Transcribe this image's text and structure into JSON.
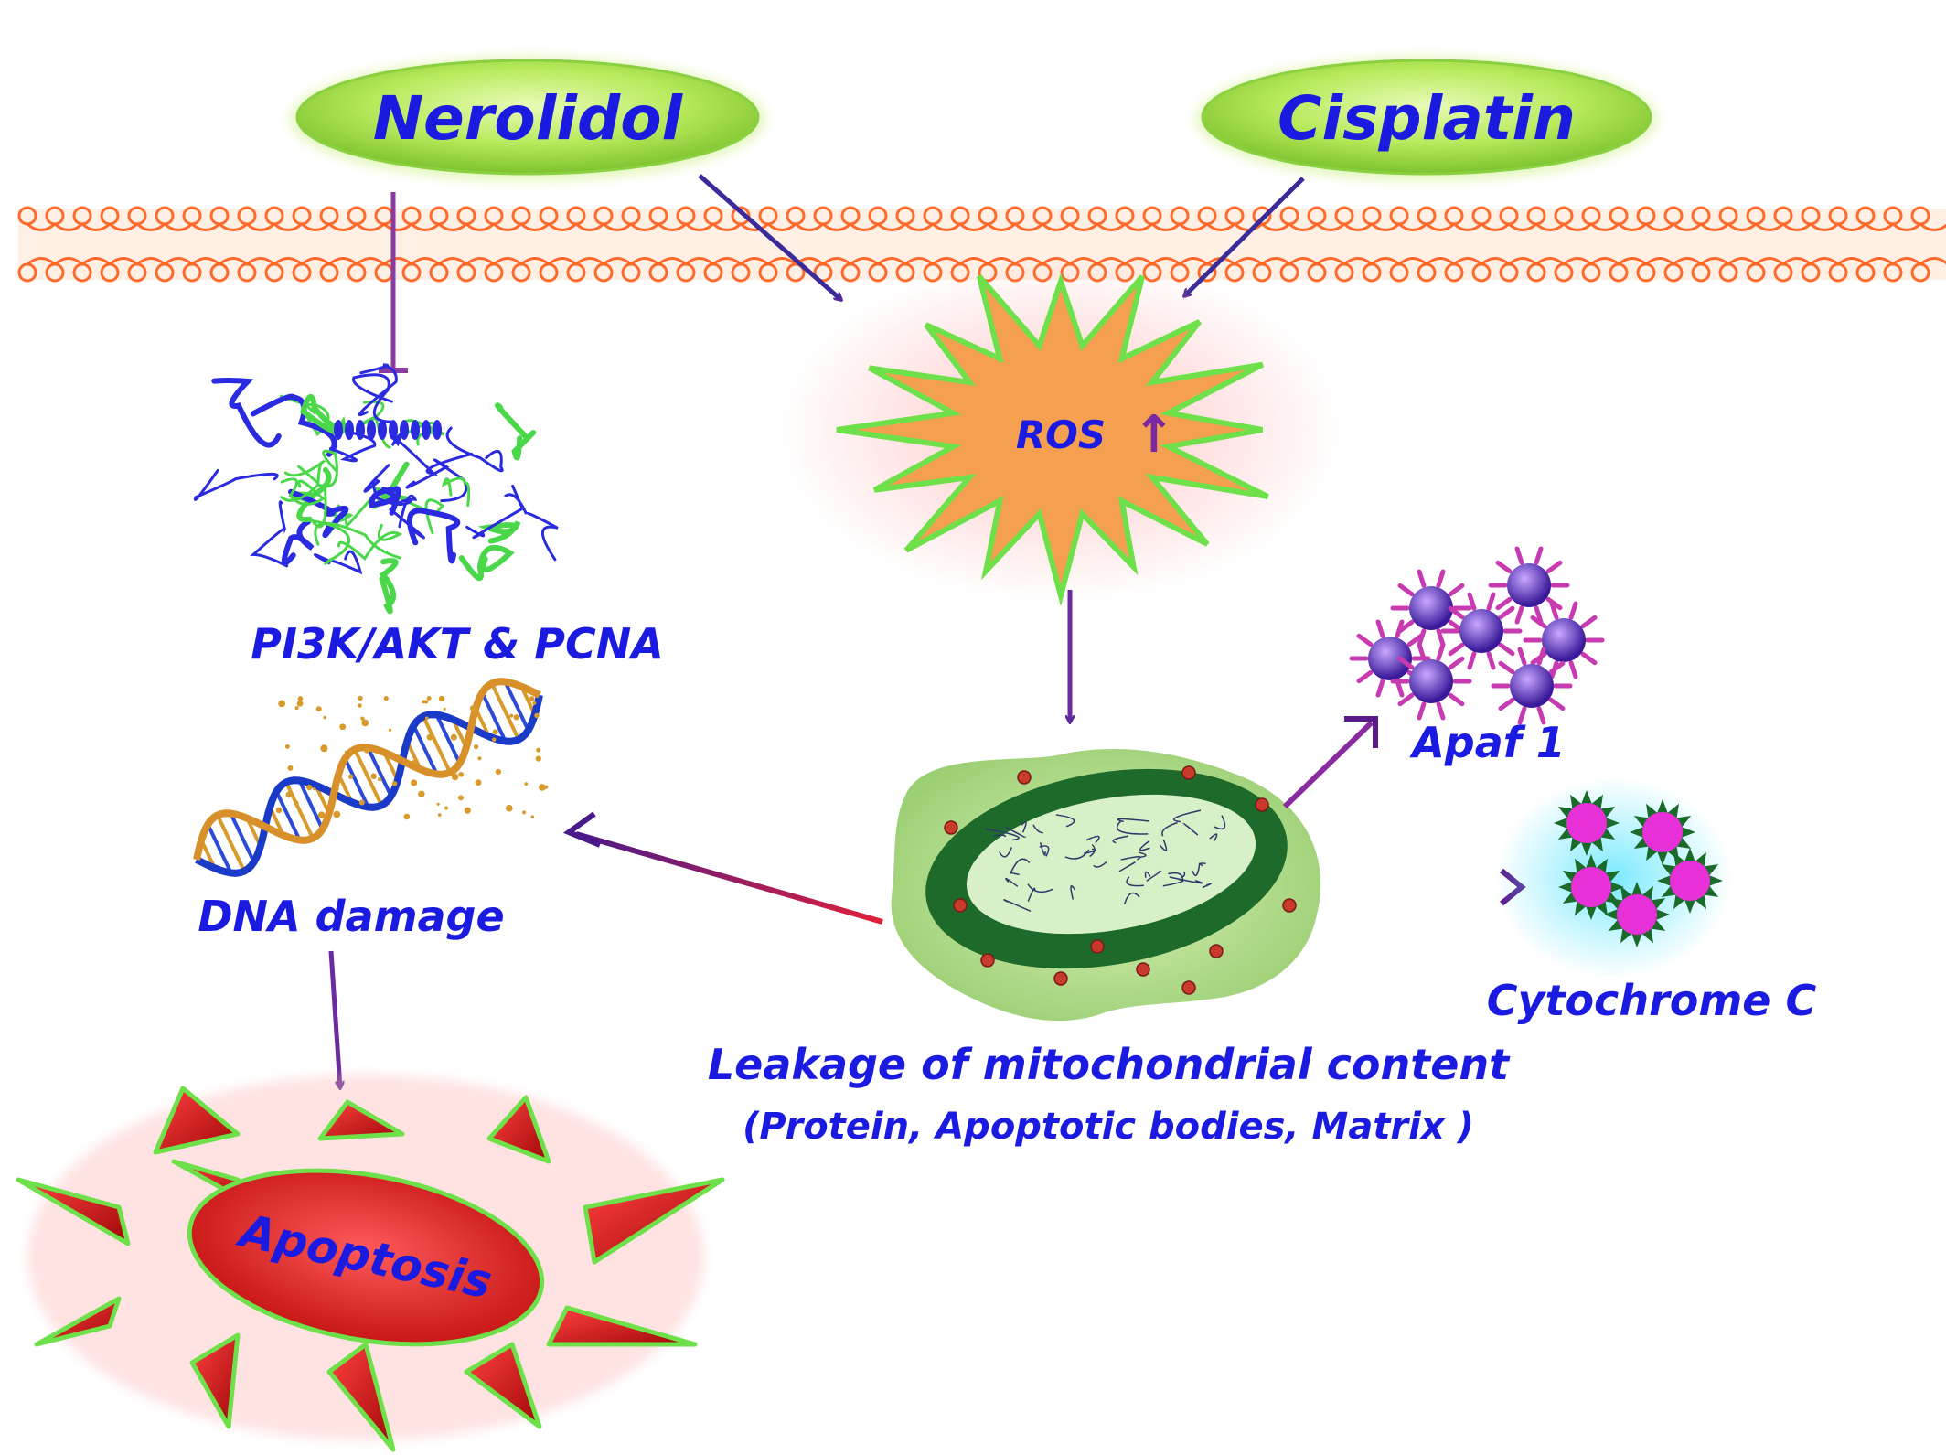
{
  "drugs": {
    "nerolidol": "Nerolidol",
    "cisplatin": "Cisplatin"
  },
  "ros": {
    "label": "ROS",
    "arrow": "↑"
  },
  "pathway": {
    "pi3k": "PI3K/AKT & PCNA",
    "dna_damage": "DNA damage",
    "apoptosis": "Apoptosis",
    "apaf": "Apaf 1",
    "cytochrome": "Cytochrome C",
    "leakage_title": "Leakage of mitochondrial content",
    "leakage_detail": "(Protein, Apoptotic bodies, Matrix )"
  },
  "icons": [
    "cell-membrane",
    "protein-structure-icon",
    "dna-helix-icon",
    "mitochondrion-icon",
    "apaf1-cluster-icon",
    "cytochrome-c-cluster-icon",
    "burst-icon"
  ],
  "colors": {
    "label_text": "#1a1ae0",
    "membrane": "#ff6a2a",
    "ros_fill": "#f5a050",
    "ros_outline": "#6ee04a",
    "apoptosis_fill": "#d81e1e",
    "arrow": "#5a2a9a",
    "drug_oval": "#a6e04a"
  }
}
